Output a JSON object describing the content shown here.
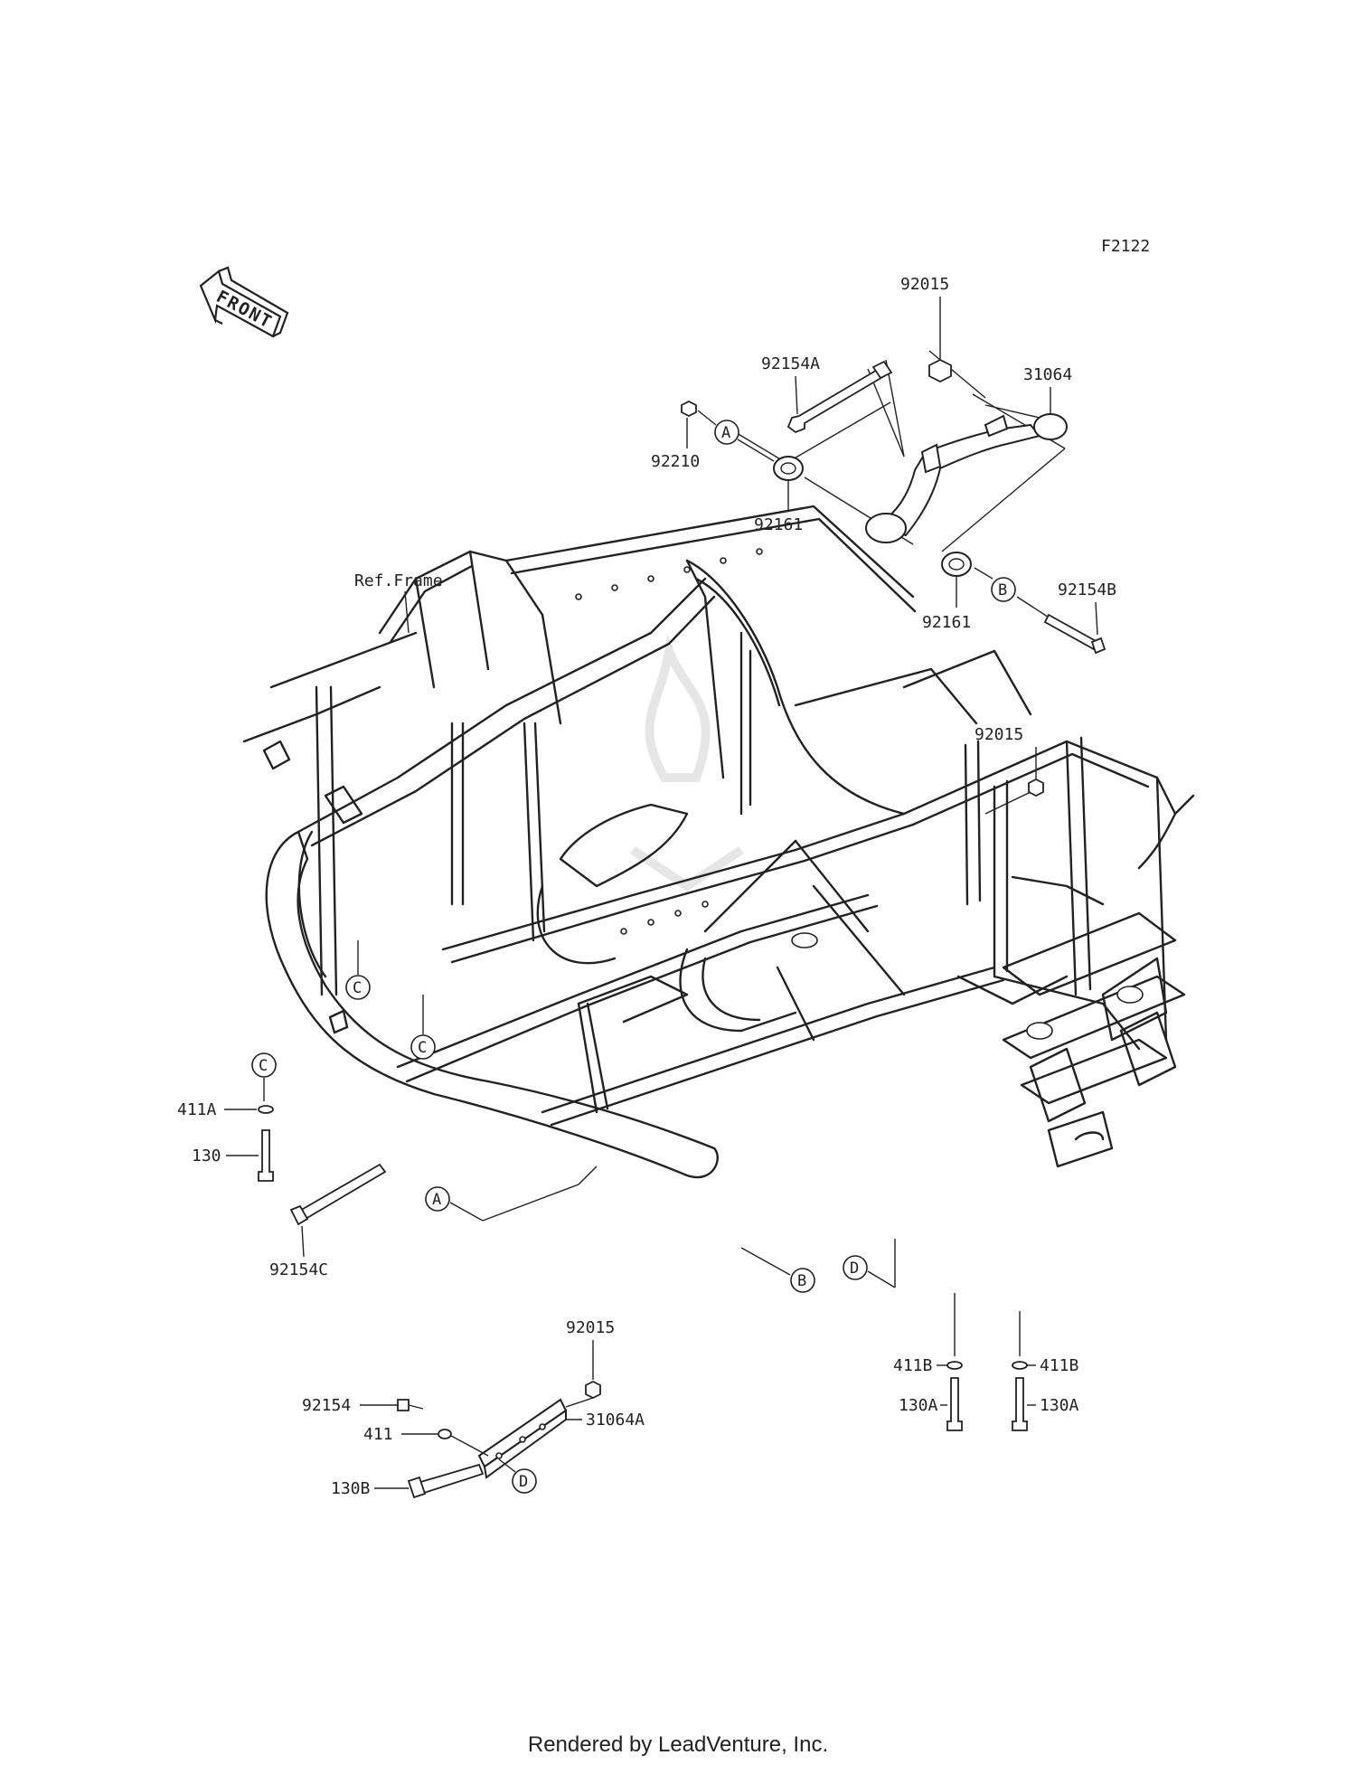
{
  "figure_code": "F2122",
  "front_arrow": "FRONT",
  "ref_frame": "Ref.Frame",
  "footer": "Rendered by LeadVenture, Inc.",
  "parts": {
    "p92015_top": "92015",
    "p92154A": "92154A",
    "p31064": "31064",
    "p92210": "92210",
    "p92161_a": "92161",
    "p92161_b": "92161",
    "p92154B": "92154B",
    "p92015_mid": "92015",
    "p411A": "411A",
    "p130": "130",
    "p92154C": "92154C",
    "p92015_bot": "92015",
    "p92154": "92154",
    "p31064A": "31064A",
    "p411": "411",
    "p130B": "130B",
    "p411B_l": "411B",
    "p411B_r": "411B",
    "p130A_l": "130A",
    "p130A_r": "130A"
  },
  "callouts": {
    "a_top": "A",
    "b_top": "B",
    "c_left": "C",
    "c_mid": "C",
    "c_bolt": "C",
    "a_frame": "A",
    "b_frame": "B",
    "d_frame": "D",
    "d_bracket": "D"
  }
}
